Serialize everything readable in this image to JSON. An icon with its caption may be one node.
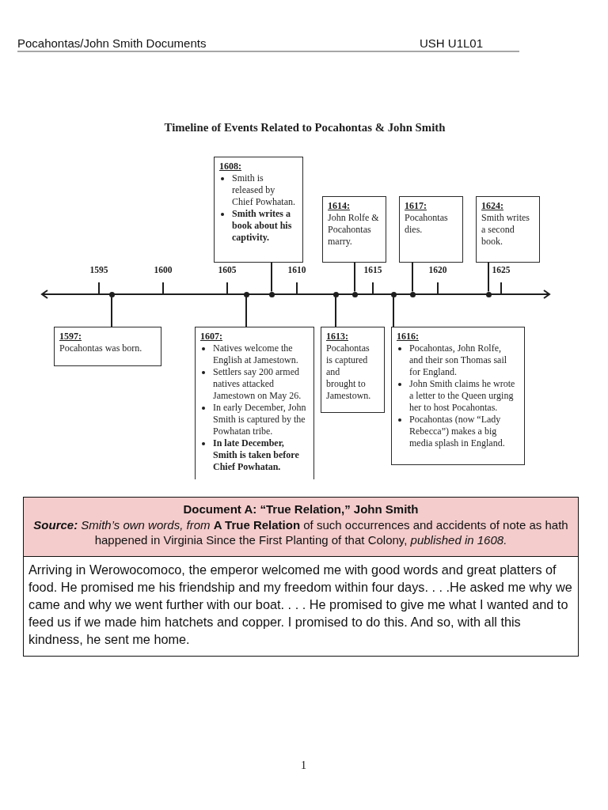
{
  "diagram": {
    "title": "Timeline of Events Related to Pocahontas & John Smith",
    "nodes": [
      {
        "text": [
          "1608:",
          "Smith is released by Chief Powhatan.",
          "Smith writes a book about his captivity."
        ]
      },
      {
        "text": [
          "1614:",
          "John Rolfe & Pocahontas marry."
        ]
      },
      {
        "text": [
          "1617:",
          "Pocahontas dies."
        ]
      },
      {
        "text": [
          "1624:",
          "Smith writes a second book."
        ]
      },
      {
        "text": [],
        "shape": "circle"
      },
      {
        "text": [],
        "shape": "circle"
      },
      {
        "text": [],
        "shape": "circle"
      },
      {
        "text": [],
        "shape": "circle"
      },
      {
        "text": [],
        "shape": "circle"
      },
      {
        "text": [],
        "shape": "circle"
      },
      {
        "text": [],
        "shape": "circle"
      },
      {
        "text": [],
        "shape": "circle"
      },
      {
        "text": [
          "1597:",
          "Pocahontas was born."
        ]
      },
      {
        "text": [
          "1607:",
          "Natives welcome the English at Jamestown.",
          "Settlers say 200 armed natives attacked Jamestown on May 26.",
          "In early December, John Smith is captured by the Powhatan tribe.",
          "In late December, Smith is taken before Chief Powhatan."
        ]
      },
      {
        "text": [
          "1613:",
          "Pocahontas is captured and brought to Jamestown."
        ]
      },
      {
        "text": [
          "1616:",
          "Pocahontas, John Rolfe, and their son Thomas sail for England.",
          "John Smith claims he wrote a letter to the Queen urging her to host Pocahontas.",
          "Pocahontas (now “Lady Rebecca”) makes a big media splash in England."
        ]
      },
      {
        "text": [
          "Document A: “True Relation,” John Smith",
          "**Source:** *Smith’s own words, from* **A True Relation** of such occurrences and accidents of note as hath happened in Virginia Since the First Planting of that Colony, *published in 1608.*"
        ]
      },
      {
        "text": [
          "Arriving in Werowocomoco, the emperor welcomed me with good words and great platters of food. He promised me his friendship and my freedom within four days. . . .He asked me why we came and why we went further with our boat. . . . He promised to give me what I wanted and to feed us if we made him hatchets and copper. I promised to do this. And so, with all this kindness, he sent me home."
        ]
      }
    ],
    "edges": [
      {
        "from": 0,
        "to": 6,
        "arrow": "none"
      },
      {
        "from": 1,
        "to": 8,
        "arrow": "none"
      },
      {
        "from": 2,
        "to": 10,
        "arrow": "none"
      },
      {
        "from": 3,
        "to": 11,
        "arrow": "none"
      },
      {
        "from": 12,
        "to": 4,
        "arrow": "none"
      },
      {
        "from": 13,
        "to": 5,
        "arrow": "none"
      },
      {
        "from": 14,
        "to": 7,
        "arrow": "none"
      },
      {
        "from": 15,
        "to": 9,
        "arrow": "none"
      }
    ],
    "labels": [
      "Pocahontas/John Smith Documents",
      "USH U1L01",
      "1595",
      "1600",
      "1605",
      "1610",
      "1615",
      "1620",
      "1625",
      "1"
    ]
  }
}
